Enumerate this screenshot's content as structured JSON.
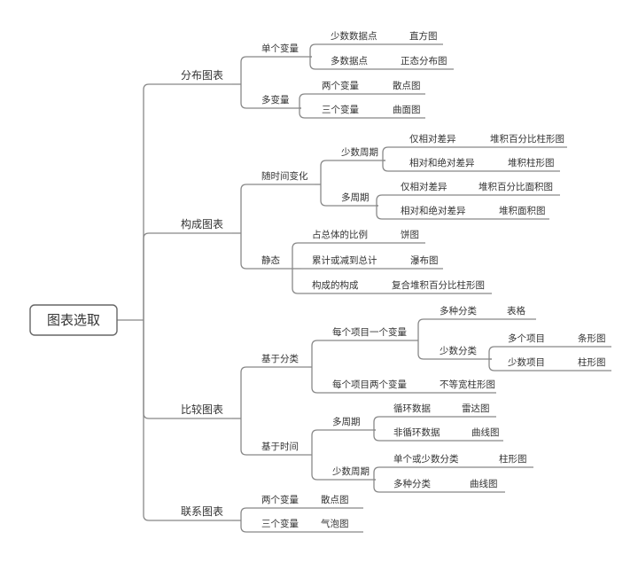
{
  "root": "图表选取",
  "categories": [
    {
      "label": "分布图表",
      "children": [
        {
          "label": "单个变量",
          "children": [
            {
              "label": "少数数据点",
              "children": [
                {
                  "label": "直方图"
                }
              ]
            },
            {
              "label": "多数据点",
              "children": [
                {
                  "label": "正态分布图"
                }
              ]
            }
          ]
        },
        {
          "label": "多变量",
          "children": [
            {
              "label": "两个变量",
              "children": [
                {
                  "label": "散点图"
                }
              ]
            },
            {
              "label": "三个变量",
              "children": [
                {
                  "label": "曲面图"
                }
              ]
            }
          ]
        }
      ]
    },
    {
      "label": "构成图表",
      "children": [
        {
          "label": "随时间变化",
          "children": [
            {
              "label": "少数周期",
              "children": [
                {
                  "label": "仅相对差异",
                  "children": [
                    {
                      "label": "堆积百分比柱形图"
                    }
                  ]
                },
                {
                  "label": "相对和绝对差异",
                  "children": [
                    {
                      "label": "堆积柱形图"
                    }
                  ]
                }
              ]
            },
            {
              "label": "多周期",
              "children": [
                {
                  "label": "仅相对差异",
                  "children": [
                    {
                      "label": "堆积百分比面积图"
                    }
                  ]
                },
                {
                  "label": "相对和绝对差异",
                  "children": [
                    {
                      "label": "堆积面积图"
                    }
                  ]
                }
              ]
            }
          ]
        },
        {
          "label": "静态",
          "children": [
            {
              "label": "占总体的比例",
              "children": [
                {
                  "label": "饼图"
                }
              ]
            },
            {
              "label": "累计或减到总计",
              "children": [
                {
                  "label": "瀑布图"
                }
              ]
            },
            {
              "label": "构成的构成",
              "children": [
                {
                  "label": "复合堆积百分比柱形图"
                }
              ]
            }
          ]
        }
      ]
    },
    {
      "label": "比较图表",
      "children": [
        {
          "label": "基于分类",
          "children": [
            {
              "label": "每个项目一个变量",
              "children": [
                {
                  "label": "多种分类",
                  "children": [
                    {
                      "label": "表格"
                    }
                  ]
                },
                {
                  "label": "少数分类",
                  "children": [
                    {
                      "label": "多个项目",
                      "children": [
                        {
                          "label": "条形图"
                        }
                      ]
                    },
                    {
                      "label": "少数项目",
                      "children": [
                        {
                          "label": "柱形图"
                        }
                      ]
                    }
                  ]
                }
              ]
            },
            {
              "label": "每个项目两个变量",
              "children": [
                {
                  "label": "不等宽柱形图"
                }
              ]
            }
          ]
        },
        {
          "label": "基于时间",
          "children": [
            {
              "label": "多周期",
              "children": [
                {
                  "label": "循环数据",
                  "children": [
                    {
                      "label": "雷达图"
                    }
                  ]
                },
                {
                  "label": "非循环数据",
                  "children": [
                    {
                      "label": "曲线图"
                    }
                  ]
                }
              ]
            },
            {
              "label": "少数周期",
              "children": [
                {
                  "label": "单个或少数分类",
                  "children": [
                    {
                      "label": "柱形图"
                    }
                  ]
                },
                {
                  "label": "多种分类",
                  "children": [
                    {
                      "label": "曲线图"
                    }
                  ]
                }
              ]
            }
          ]
        }
      ]
    },
    {
      "label": "联系图表",
      "children": [
        {
          "label": "两个变量",
          "children": [
            {
              "label": "散点图"
            }
          ]
        },
        {
          "label": "三个变量",
          "children": [
            {
              "label": "气泡图"
            }
          ]
        }
      ]
    }
  ]
}
